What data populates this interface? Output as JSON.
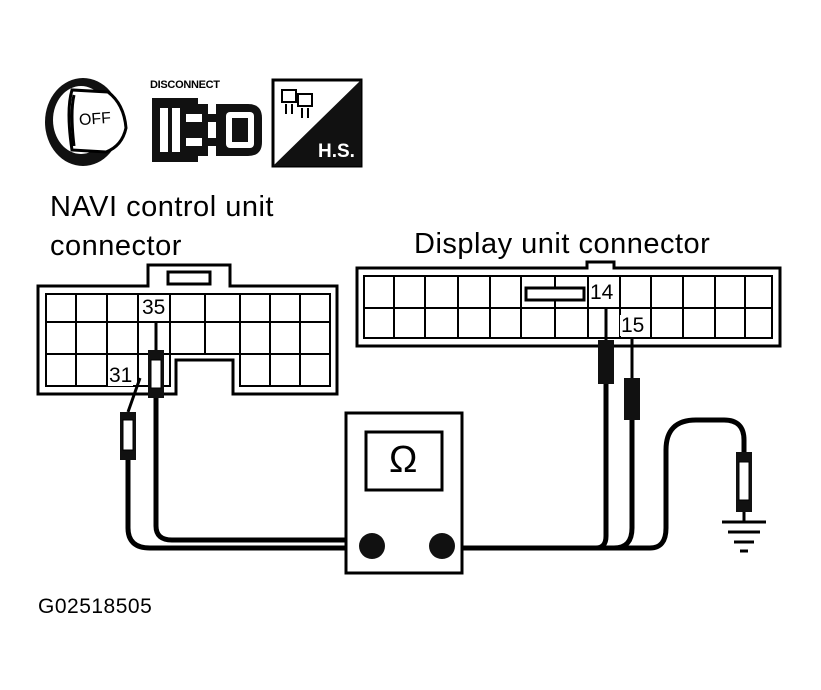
{
  "icons": {
    "ignition": {
      "name": "ignition-key-icon",
      "label": "OFF"
    },
    "disconnect": {
      "name": "disconnect-connector-icon",
      "label": "DISCONNECT"
    },
    "harness": {
      "name": "harness-connector-icon",
      "label": "H.S."
    }
  },
  "navi_connector": {
    "title_line1": "NAVI control unit",
    "title_line2": "connector",
    "pins": {
      "a": "35",
      "b": "31"
    }
  },
  "display_connector": {
    "title": "Display unit connector",
    "pins": {
      "a": "14",
      "b": "15"
    }
  },
  "meter": {
    "symbol": "Ω"
  },
  "figure_code": "G02518505",
  "colors": {
    "line": "#000000",
    "background": "#ffffff"
  }
}
